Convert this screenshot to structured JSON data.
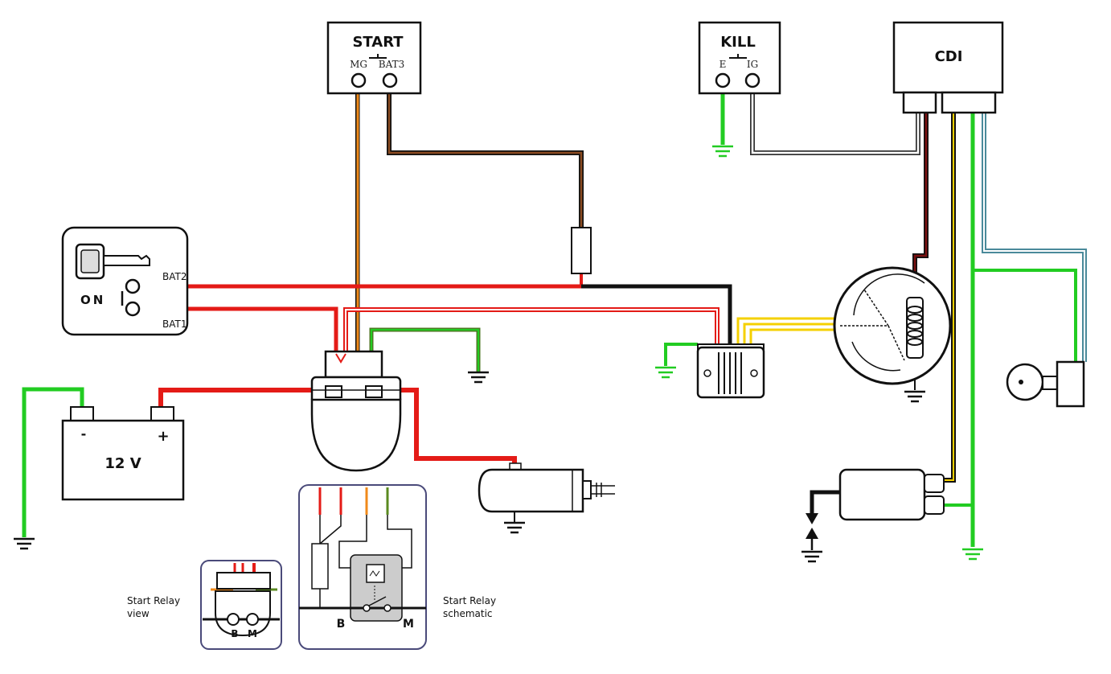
{
  "start_switch": {
    "title": "START",
    "terminal_mg": "MG",
    "terminal_bat": "BAT3"
  },
  "kill_switch": {
    "title": "KILL",
    "terminal_e": "E",
    "terminal_ig": "IG"
  },
  "cdi": {
    "title": "CDI"
  },
  "ignition_switch": {
    "state": "ON",
    "terminal_top": "BAT2",
    "terminal_bottom": "BAT1"
  },
  "battery": {
    "voltage": "12 V",
    "negative": "-",
    "positive": "+"
  },
  "relay_view": {
    "caption_line1": "Start Relay",
    "caption_line2": "view",
    "label_b": "B",
    "label_m": "M"
  },
  "relay_schematic": {
    "caption_line1": "Start Relay",
    "caption_line2": "schematic",
    "label_b": "B",
    "label_m": "M"
  },
  "wire_colors": {
    "red": "#e41b17",
    "black": "#111111",
    "green": "#22cc22",
    "yellow": "#f5d000",
    "orange": "#f08a1a",
    "brown": "#5a2a10",
    "white": "#ffffff",
    "dark_red": "#7a1010"
  }
}
